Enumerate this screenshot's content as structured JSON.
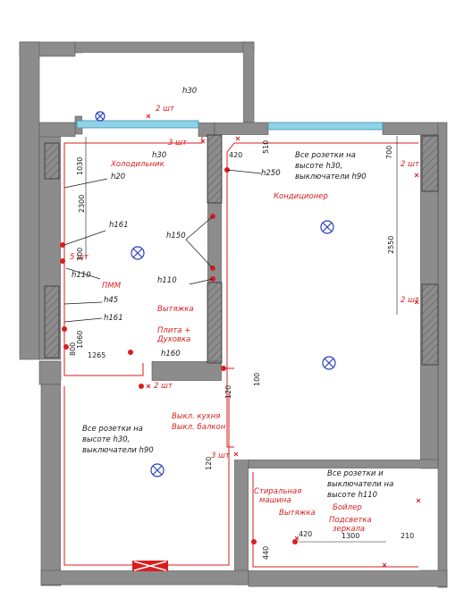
{
  "colors": {
    "wall": "#8c8c8c",
    "wiring": "#d81e1e",
    "text": "#1a1a1a",
    "window": "#8fd3e8",
    "light_symbol": "#2b3fbf"
  },
  "heights": {
    "h30_top": "h30",
    "h30_a": "h30",
    "h20": "h20",
    "h161_a": "h161",
    "h150": "h150",
    "h110_a": "h110",
    "h110_b": "h110",
    "h45": "h45",
    "h161_b": "h161",
    "h160": "h160",
    "h250": "h250"
  },
  "counts": {
    "top_2sht": "2 шт",
    "three_sht_a": "3 шт",
    "five_sht": "5 шт",
    "right_2sht_a": "2 шт",
    "right_2sht_b": "2 шт",
    "hall_2sht": "2 шт",
    "three_sht_b": "3 шт"
  },
  "labels": {
    "fridge": "Холодильник",
    "aircon": "Кондиционер",
    "dishwasher": "ПММ",
    "hood_kitchen": "Вытяжка",
    "stove_1": "Плита +",
    "stove_2": "Духовка",
    "switch_1": "Выкл. кухня",
    "switch_2": "Выкл. балкон",
    "washer_1": "Стиральная",
    "washer_2": "машина",
    "hood_bath": "Вытяжка",
    "boiler": "Бойлер",
    "mirror_1": "Подсветка",
    "mirror_2": "зеркала"
  },
  "notes": {
    "living_1": "Все розетки на",
    "living_2": "высоте h30,",
    "living_3": "выключатели h90",
    "room_1": "Все розетки на",
    "room_2": "высоте h30,",
    "room_3": "выключатели h90",
    "bath_1": "Все розетки и",
    "bath_2": "выключатели на",
    "bath_3": "высоте h110"
  },
  "dimensions": {
    "d420_top": "420",
    "d510": "510",
    "d700": "700",
    "d1030": "1030",
    "d2300": "2300",
    "d2550": "2550",
    "d300": "300",
    "d1060": "1060",
    "d800": "800",
    "d1265": "1265",
    "d100": "100",
    "d120_a": "120",
    "d120_b": "120",
    "d420_bath": "420",
    "d1300": "1300",
    "d210": "210",
    "d440": "440"
  }
}
